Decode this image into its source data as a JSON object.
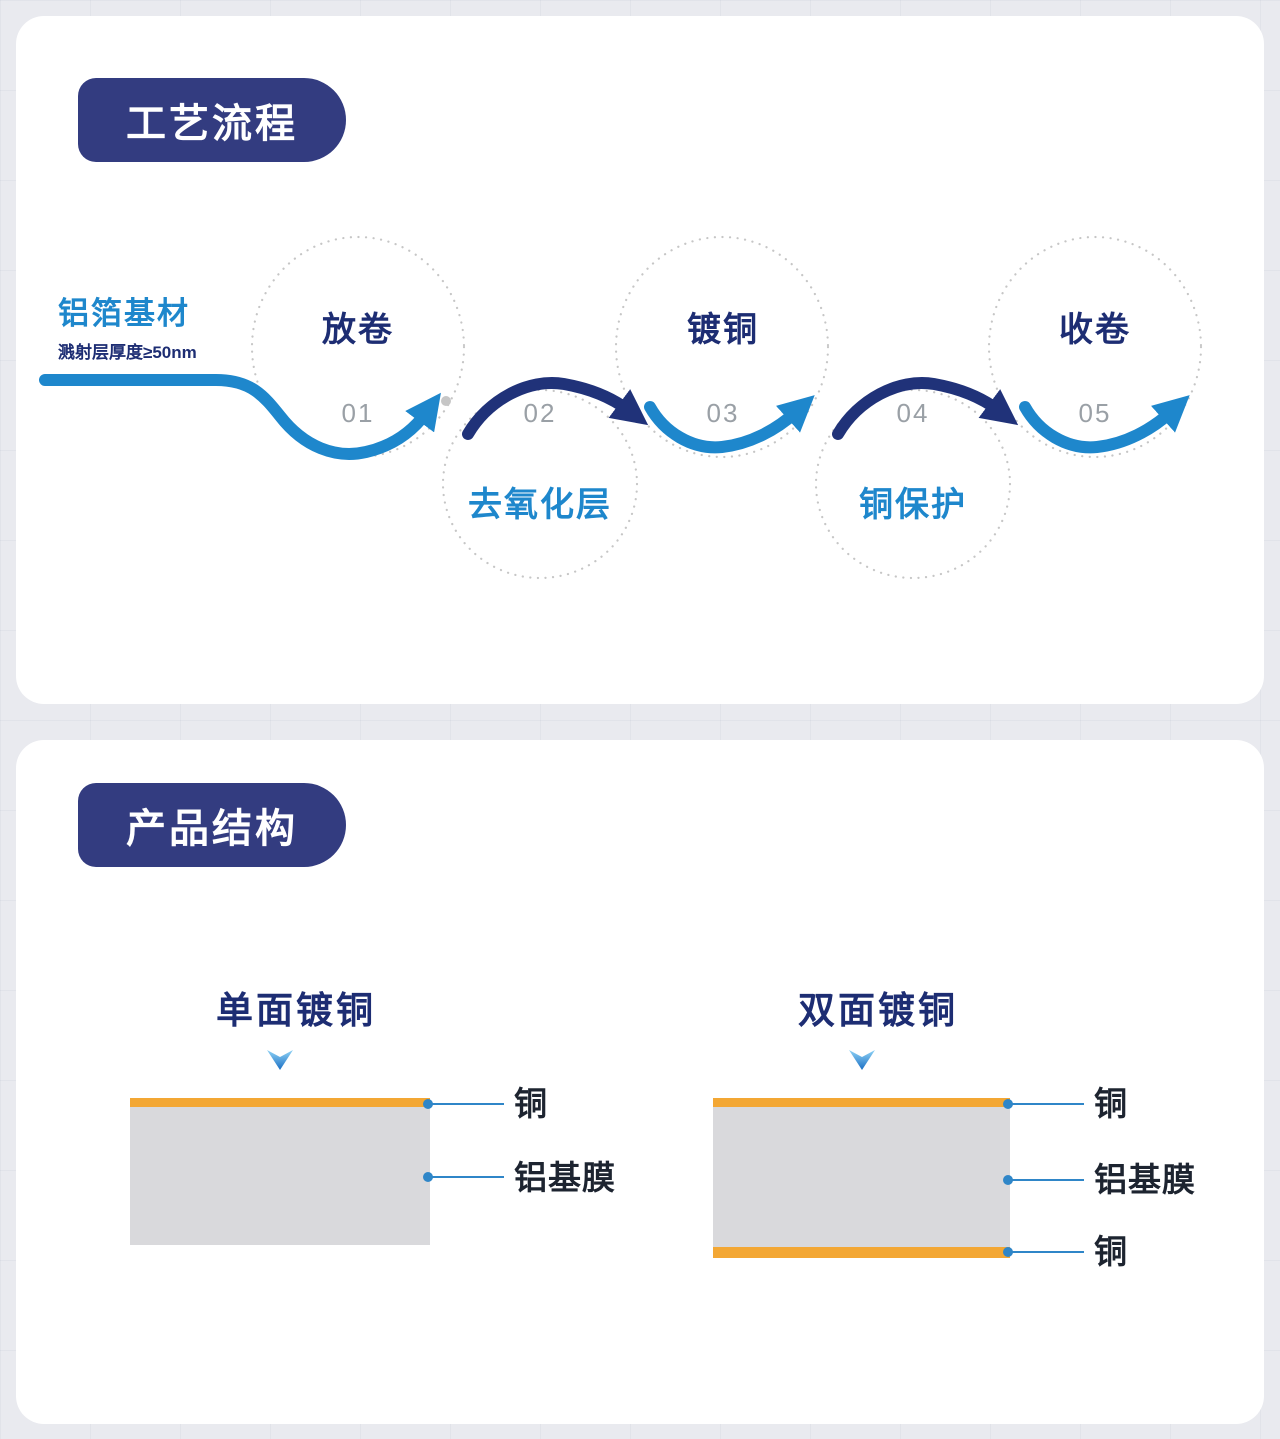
{
  "colors": {
    "page-bg": "#e9eaef",
    "card-bg": "#ffffff",
    "pill-bg": "#333c80",
    "navy-text": "#1d2d73",
    "bright-blue": "#1e87cc",
    "arrow-dark": "#203279",
    "arrow-light": "#1e87cc",
    "number-gray": "#9aa0a6",
    "dot-gray": "#c6c6c6",
    "copper-orange": "#f3a734",
    "film-gray": "#d9d9dc",
    "label-dark": "#1d2430",
    "leader-blue": "#2f86c8"
  },
  "process": {
    "title": "工艺流程",
    "substrate": {
      "label": "铝箔基材",
      "note": "溅射层厚度≥50nm"
    },
    "steps": [
      {
        "num": "01",
        "label": "放卷"
      },
      {
        "num": "02",
        "label": "去氧化层"
      },
      {
        "num": "03",
        "label": "镀铜"
      },
      {
        "num": "04",
        "label": "铜保护"
      },
      {
        "num": "05",
        "label": "收卷"
      }
    ]
  },
  "structure": {
    "title": "产品结构",
    "single": {
      "title": "单面镀铜",
      "labels": {
        "top": "铜",
        "middle": "铝基膜"
      }
    },
    "double": {
      "title": "双面镀铜",
      "labels": {
        "top": "铜",
        "middle": "铝基膜",
        "bottom": "铜"
      }
    }
  }
}
